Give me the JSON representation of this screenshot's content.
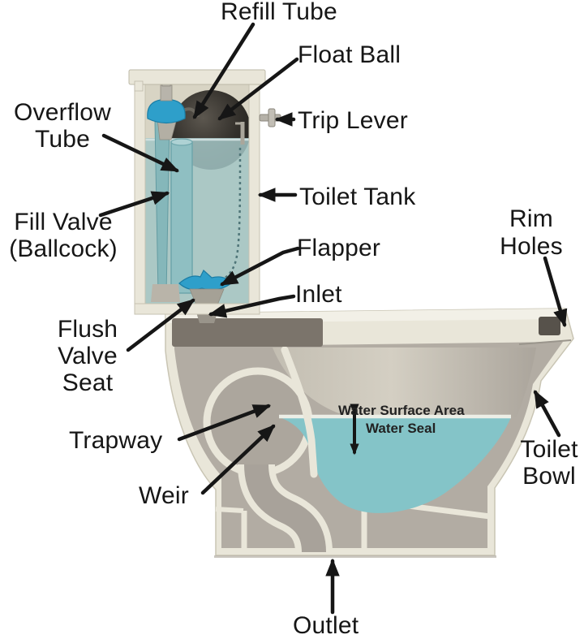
{
  "diagram": {
    "subject": "Toilet cross-section diagram",
    "background": "#ffffff",
    "labels": {
      "refill_tube": "Refill Tube",
      "float_ball": "Float Ball",
      "overflow_tube": "Overflow Tube",
      "trip_lever": "Trip Lever",
      "toilet_tank": "Toilet Tank",
      "fill_valve": "Fill Valve (Ballcock)",
      "flapper": "Flapper",
      "inlet": "Inlet",
      "flush_valve_seat": "Flush Valve Seat",
      "rim_holes": "Rim Holes",
      "trapway": "Trapway",
      "weir": "Weir",
      "water_surface_area": "Water Surface Area",
      "water_seal": "Water Seal",
      "toilet_bowl": "Toilet Bowl",
      "outlet": "Outlet"
    },
    "colors": {
      "porcelain": "#e9e6d9",
      "porcelain_highlight": "#f2f0e7",
      "porcelain_shadow": "#c6c2b1",
      "interior_gray": "#b2aca3",
      "dark_recess": "#7b746b",
      "tank_interior": "#d8d4c4",
      "tank_water": "#a3c5c6",
      "bowl_water": "#84c4c8",
      "component_blue": "#2e9fca",
      "float_ball_dark": "#2b2926",
      "arrow_black": "#161616"
    }
  }
}
